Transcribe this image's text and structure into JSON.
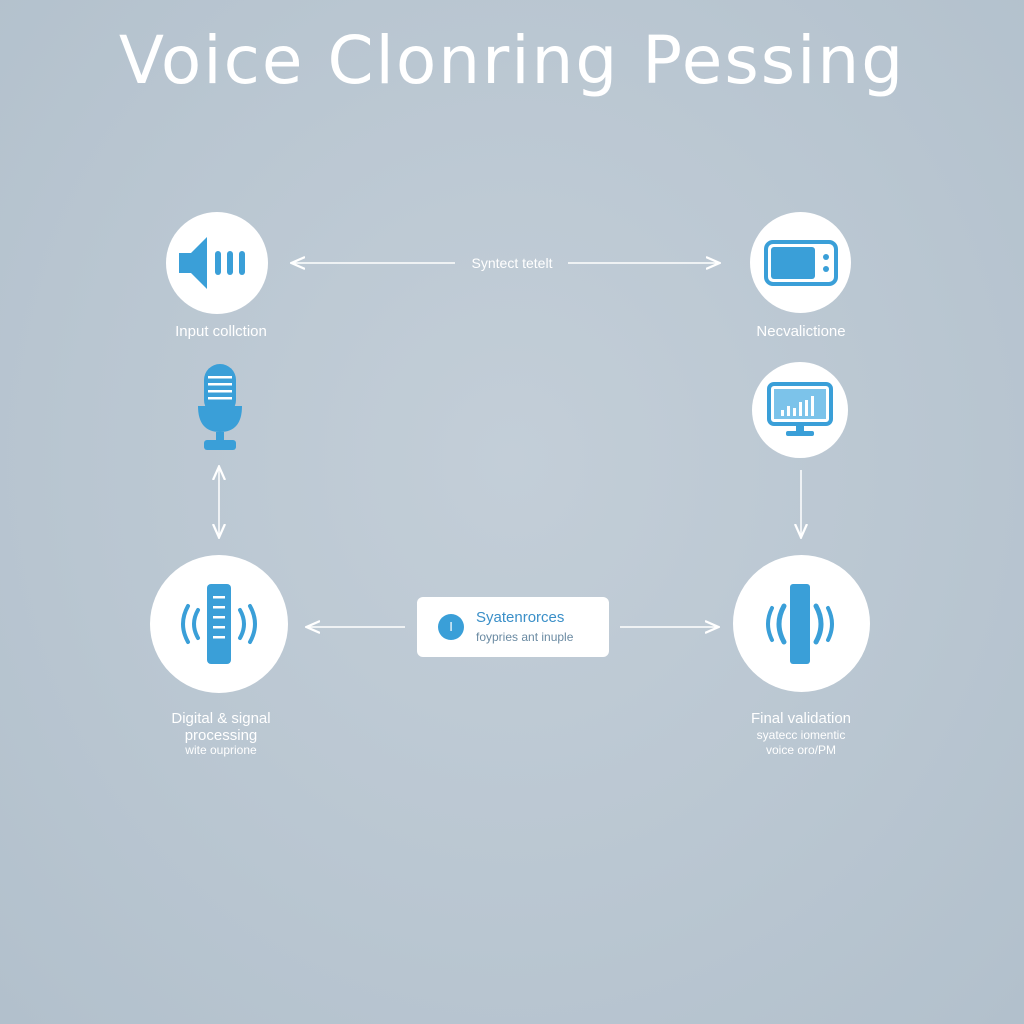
{
  "title": "Voice Clonring Pessing",
  "colors": {
    "accent": "#3a9fd8",
    "background": "#b9c6d1",
    "node": "#ffffff"
  },
  "connectors": {
    "top_label": "Syntect tetelt"
  },
  "nodes": {
    "input": {
      "label": "Input collction",
      "icon": "speaker-icon"
    },
    "top_right": {
      "label": "Necvalictione",
      "icon": "device-icon"
    },
    "mic": {
      "icon": "microphone-icon"
    },
    "monitor": {
      "icon": "monitor-chart-icon"
    },
    "dsp": {
      "label_line1": "Digital & signal",
      "label_line2": "processing",
      "sub": "wite ouprione",
      "icon": "signal-bar-icon"
    },
    "final": {
      "label": "Final validation",
      "sub_line1": "syatecc iomentic",
      "sub_line2": "voice oro/PM",
      "icon": "broadcast-icon"
    }
  },
  "card": {
    "badge": "I",
    "title": "Syatenrorces",
    "subtitle": "foypries ant inuple"
  }
}
